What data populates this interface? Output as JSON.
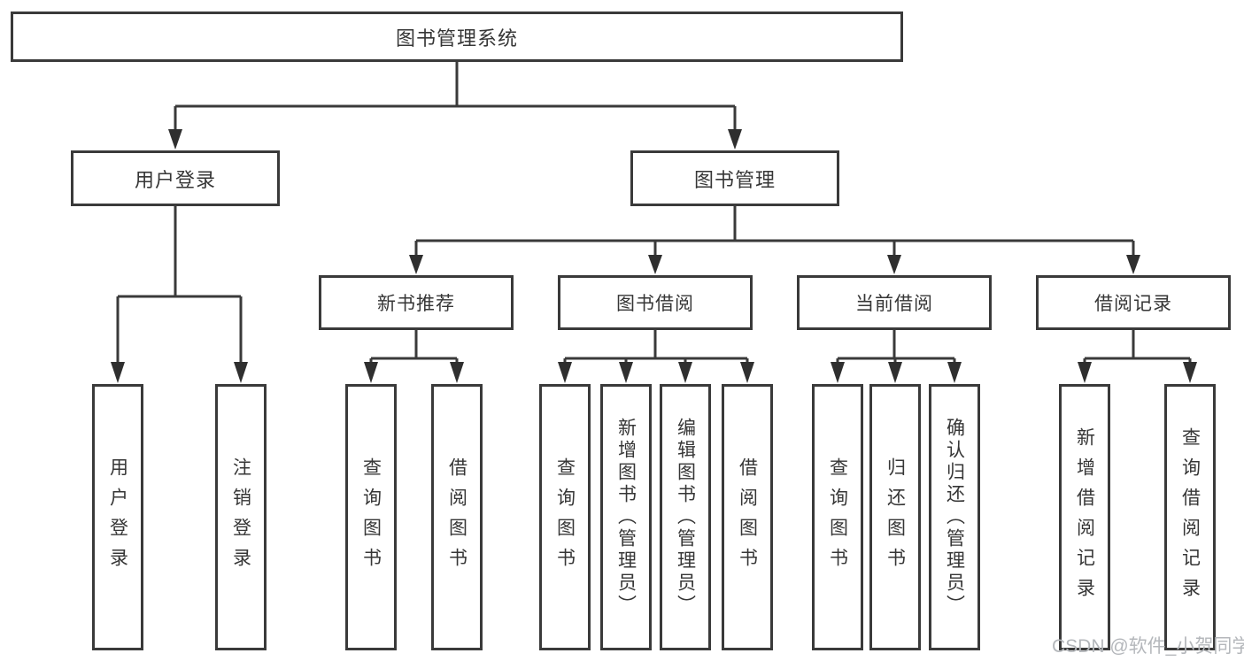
{
  "nodes": {
    "root": "图书管理系统",
    "user_login": "用户登录",
    "book_mgmt": "图书管理",
    "new_book_rec": "新书推荐",
    "book_borrow": "图书借阅",
    "current_borrow": "当前借阅",
    "borrow_records": "借阅记录",
    "leaves_user_login": [
      "用户登录",
      "注销登录"
    ],
    "leaves_new_book_rec": [
      "查询图书",
      "借阅图书"
    ],
    "leaves_book_borrow": [
      "查询图书",
      "新增图书（管理员）",
      "编辑图书（管理员）",
      "借阅图书"
    ],
    "leaves_current_borrow": [
      "查询图书",
      "归还图书",
      "确认归还（管理员）"
    ],
    "leaves_borrow_records": [
      "新增借阅记录",
      "查询借阅记录"
    ]
  },
  "watermark": "CSDN @软件_小贺同学",
  "colors": {
    "line": "#3a3a3a",
    "text": "#363636",
    "watermark": "#b4b7bb",
    "background": "#ffffff"
  }
}
